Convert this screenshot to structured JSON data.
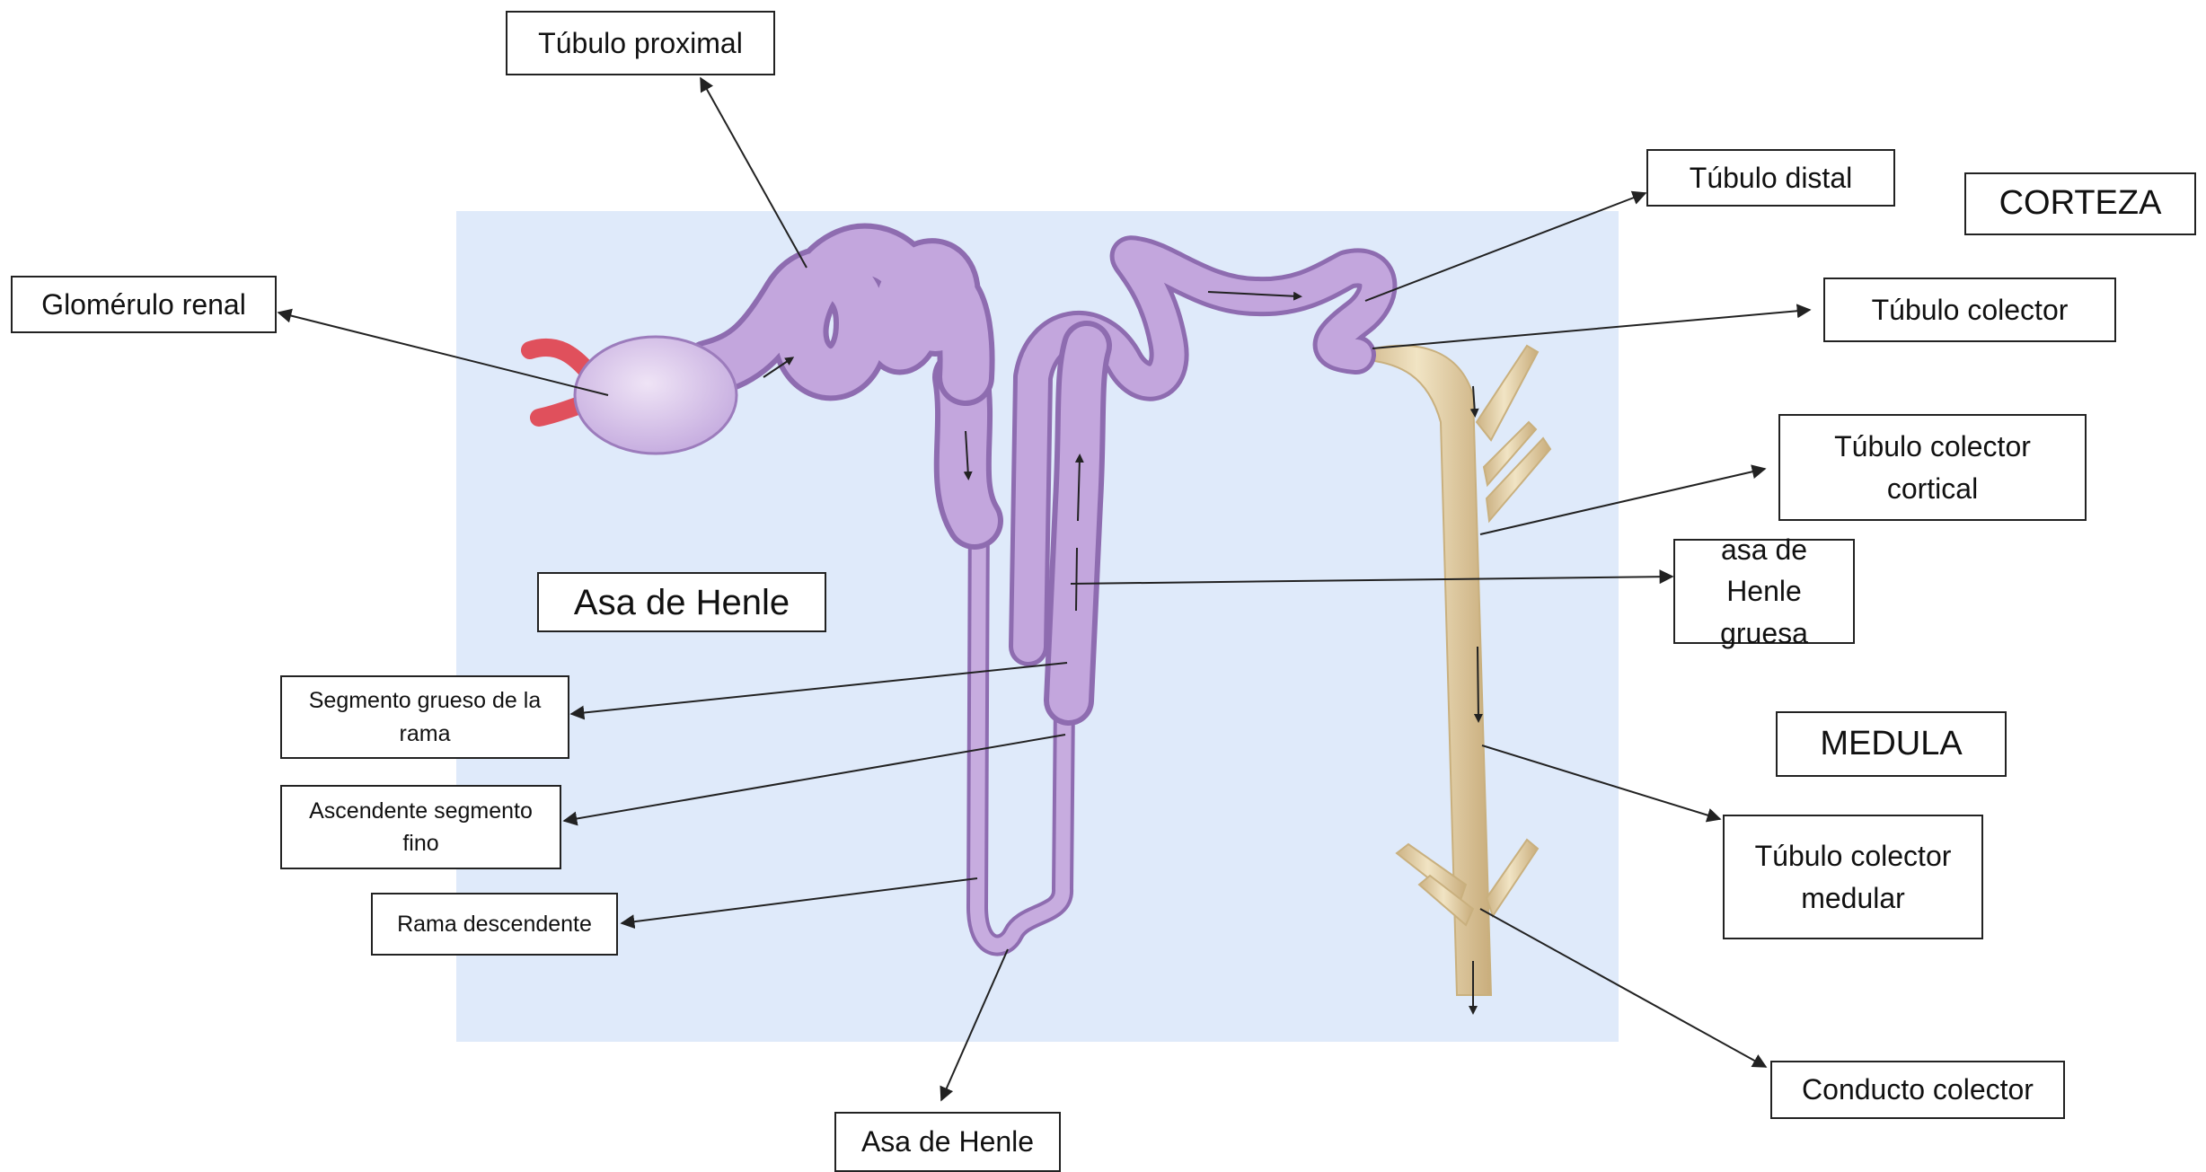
{
  "colors": {
    "background_panel": "#dfeafa",
    "tubule_purple": "#b89ad3",
    "tubule_purple_dark": "#8e6cb0",
    "glomerulus": "#d6c2e6",
    "arteriole_red": "#e0505c",
    "collecting_duct_tan": "#e6d3a8",
    "collecting_duct_edge": "#c9b07e",
    "leader_line": "#222222"
  },
  "labels": {
    "tubulo_proximal": "Túbulo proximal",
    "glomerulo_renal": "Glomérulo renal",
    "tubulo_distal": "Túbulo distal",
    "corteza": "CORTEZA",
    "tubulo_colector": "Túbulo colector",
    "tubulo_colector_cortical": "Túbulo colector cortical",
    "asa_henle_gruesa": "asa de Henle gruesa",
    "asa_henle_region": "Asa de Henle",
    "segmento_grueso": "Segmento grueso de la rama",
    "ascendente_fino": "Ascendente segmento fino",
    "rama_descendente": "Rama descendente",
    "medula": "MEDULA",
    "tubulo_colector_medular": "Túbulo colector medular",
    "conducto_colector": "Conducto colector",
    "asa_henle_bottom": "Asa de Henle"
  }
}
